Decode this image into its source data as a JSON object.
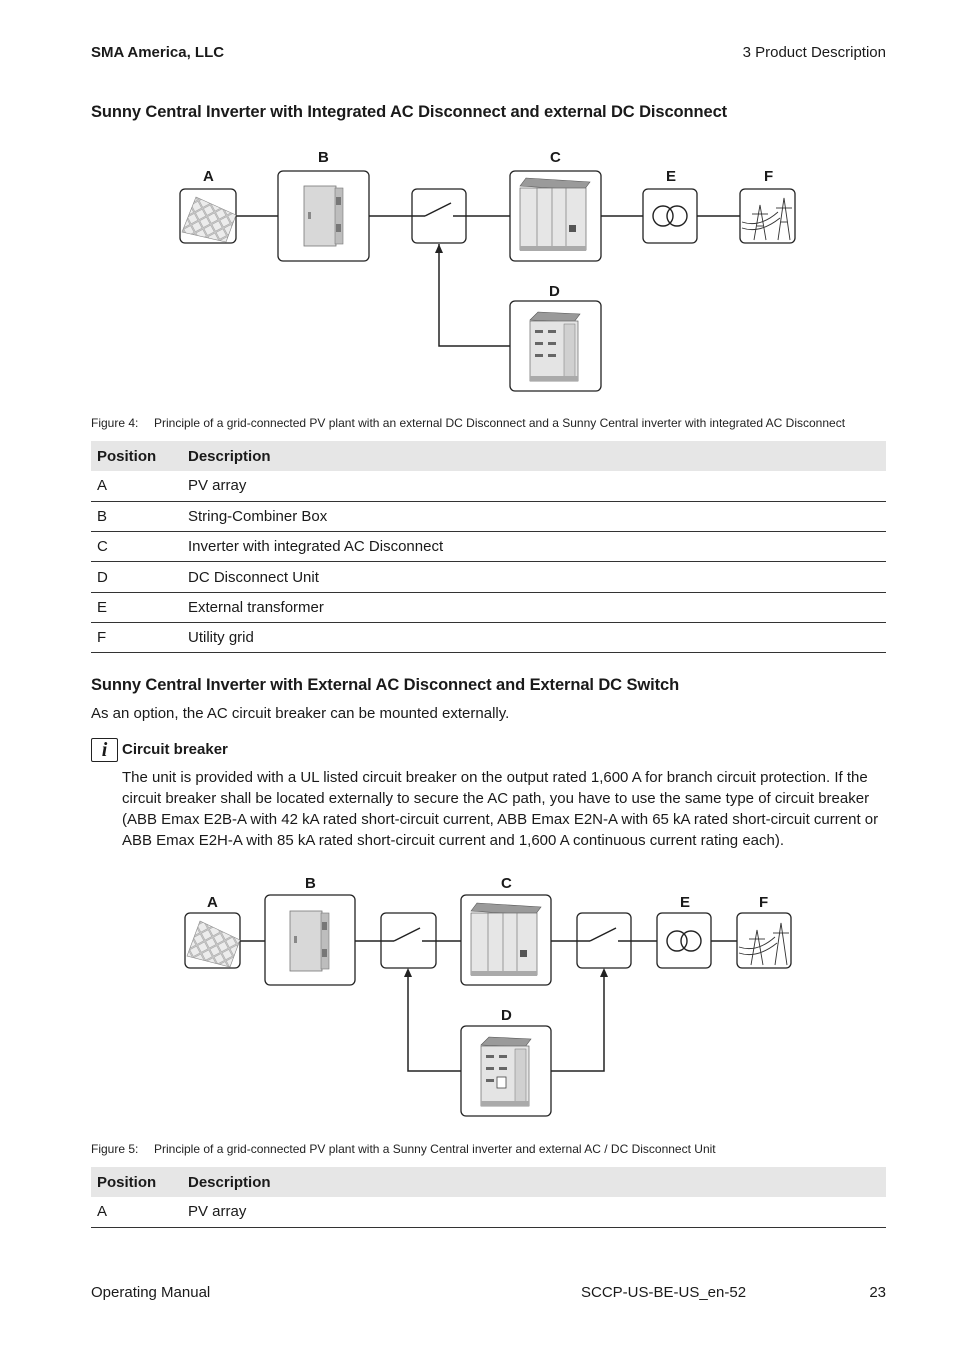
{
  "header": {
    "company": "SMA America, LLC",
    "section": "3  Product Description"
  },
  "section1": {
    "title": "Sunny Central Inverter with Integrated AC Disconnect and external DC Disconnect"
  },
  "figure4": {
    "labels": {
      "a": "A",
      "b": "B",
      "c": "C",
      "d": "D",
      "e": "E",
      "f": "F"
    },
    "caption_num": "Figure 4:",
    "caption_text": "Principle of a grid-connected PV plant with an external DC Disconnect and a Sunny Central inverter with integrated AC Disconnect"
  },
  "table1": {
    "headers": [
      "Position",
      "Description"
    ],
    "rows": [
      [
        "A",
        "PV array"
      ],
      [
        "B",
        "String-Combiner Box"
      ],
      [
        "C",
        "Inverter with integrated AC Disconnect"
      ],
      [
        "D",
        "DC Disconnect Unit"
      ],
      [
        "E",
        "External transformer"
      ],
      [
        "F",
        "Utility grid"
      ]
    ]
  },
  "section2": {
    "title": "Sunny Central Inverter with External AC Disconnect and External DC Switch",
    "intro": "As an option, the AC circuit breaker can be mounted externally."
  },
  "note": {
    "icon": "info-icon",
    "icon_glyph": "i",
    "title": "Circuit breaker",
    "body": "The unit is provided with a UL listed circuit breaker on the output rated 1,600 A for branch circuit protection. If the circuit breaker shall be located externally to secure the AC path, you have to use the same type of circuit breaker (ABB Emax E2B-A with 42 kA rated short-circuit current, ABB Emax E2N-A with 65 kA rated short-circuit current or ABB Emax E2H-A with 85 kA rated short-circuit current and 1,600 A continuous current rating each)."
  },
  "figure5": {
    "labels": {
      "a": "A",
      "b": "B",
      "c": "C",
      "d": "D",
      "e": "E",
      "f": "F"
    },
    "caption_num": "Figure 5:",
    "caption_text": "Principle of a grid-connected PV plant with a Sunny Central inverter and external AC / DC Disconnect Unit"
  },
  "table2": {
    "headers": [
      "Position",
      "Description"
    ],
    "rows": [
      [
        "A",
        "PV array"
      ]
    ]
  },
  "footer": {
    "manual": "Operating Manual",
    "doc_id": "SCCP-US-BE-US_en-52",
    "page": "23"
  }
}
